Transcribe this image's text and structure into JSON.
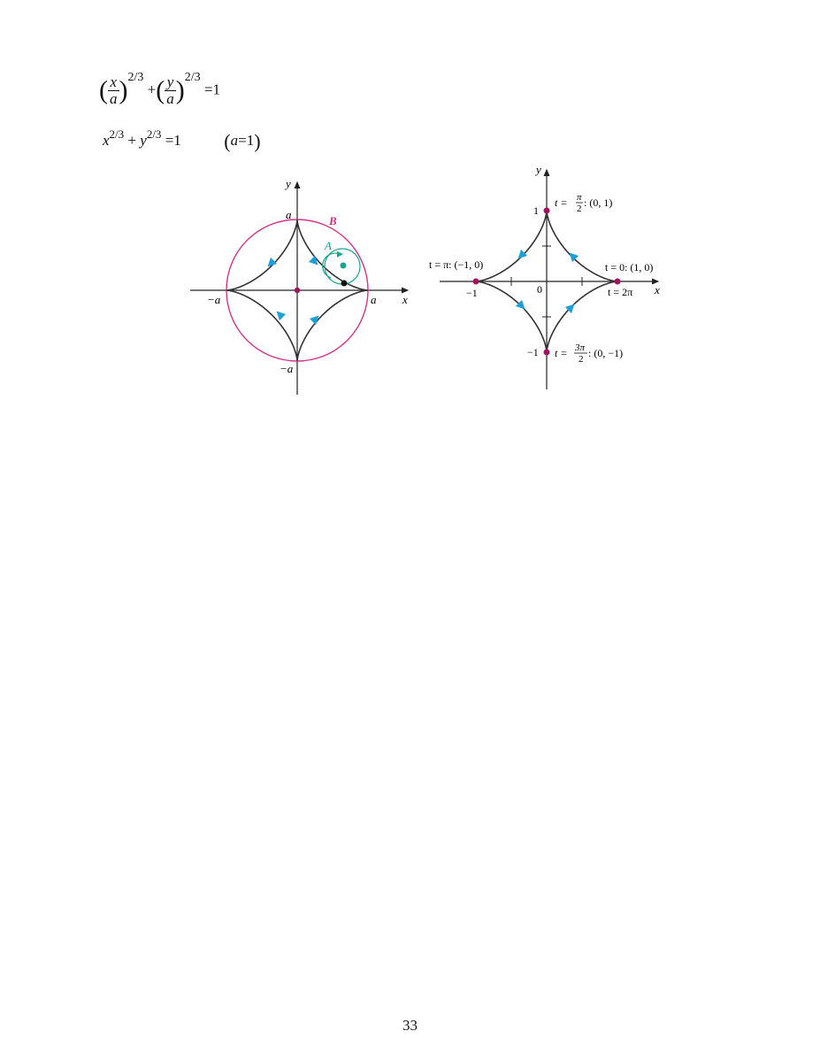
{
  "equations": {
    "eq1": {
      "var_x": "x",
      "var_y": "y",
      "denom": "a",
      "exponent": "2/3",
      "plus": "+",
      "rhs": "=1"
    },
    "eq2": {
      "x": "x",
      "y": "y",
      "exponent": "2/3",
      "plus": "+",
      "eq": "=1",
      "cond_var": "a",
      "cond_eq": "=1"
    }
  },
  "left_figure": {
    "axis_x": "x",
    "axis_y": "y",
    "tick_top": "a",
    "tick_bottom": "−a",
    "tick_left": "−a",
    "tick_right": "a",
    "circle_label": "B",
    "small_circle_label": "A",
    "colors": {
      "circle": "#d6338b",
      "small_circle": "#1aa58f",
      "arrow": "#1da0d8",
      "curve": "#333333",
      "dot": "#a0145f"
    }
  },
  "right_figure": {
    "axis_x": "x",
    "axis_y": "y",
    "tick_y_pos": "1",
    "tick_y_neg": "−1",
    "tick_x_neg": "−1",
    "origin": "0",
    "label_top_prefix": "t =",
    "label_top_num": "π",
    "label_top_den": "2",
    "label_top_point": ": (0, 1)",
    "label_left": "t = π: (−1, 0)",
    "label_right": "t = 0: (1, 0)",
    "label_right2": "t = 2π",
    "label_bottom_prefix": "t =",
    "label_bottom_num": "3π",
    "label_bottom_den": "2",
    "label_bottom_point": ": (0, −1)",
    "colors": {
      "arrow": "#1da0d8",
      "curve": "#333333",
      "dot": "#a0145f"
    }
  },
  "page_number": "33"
}
